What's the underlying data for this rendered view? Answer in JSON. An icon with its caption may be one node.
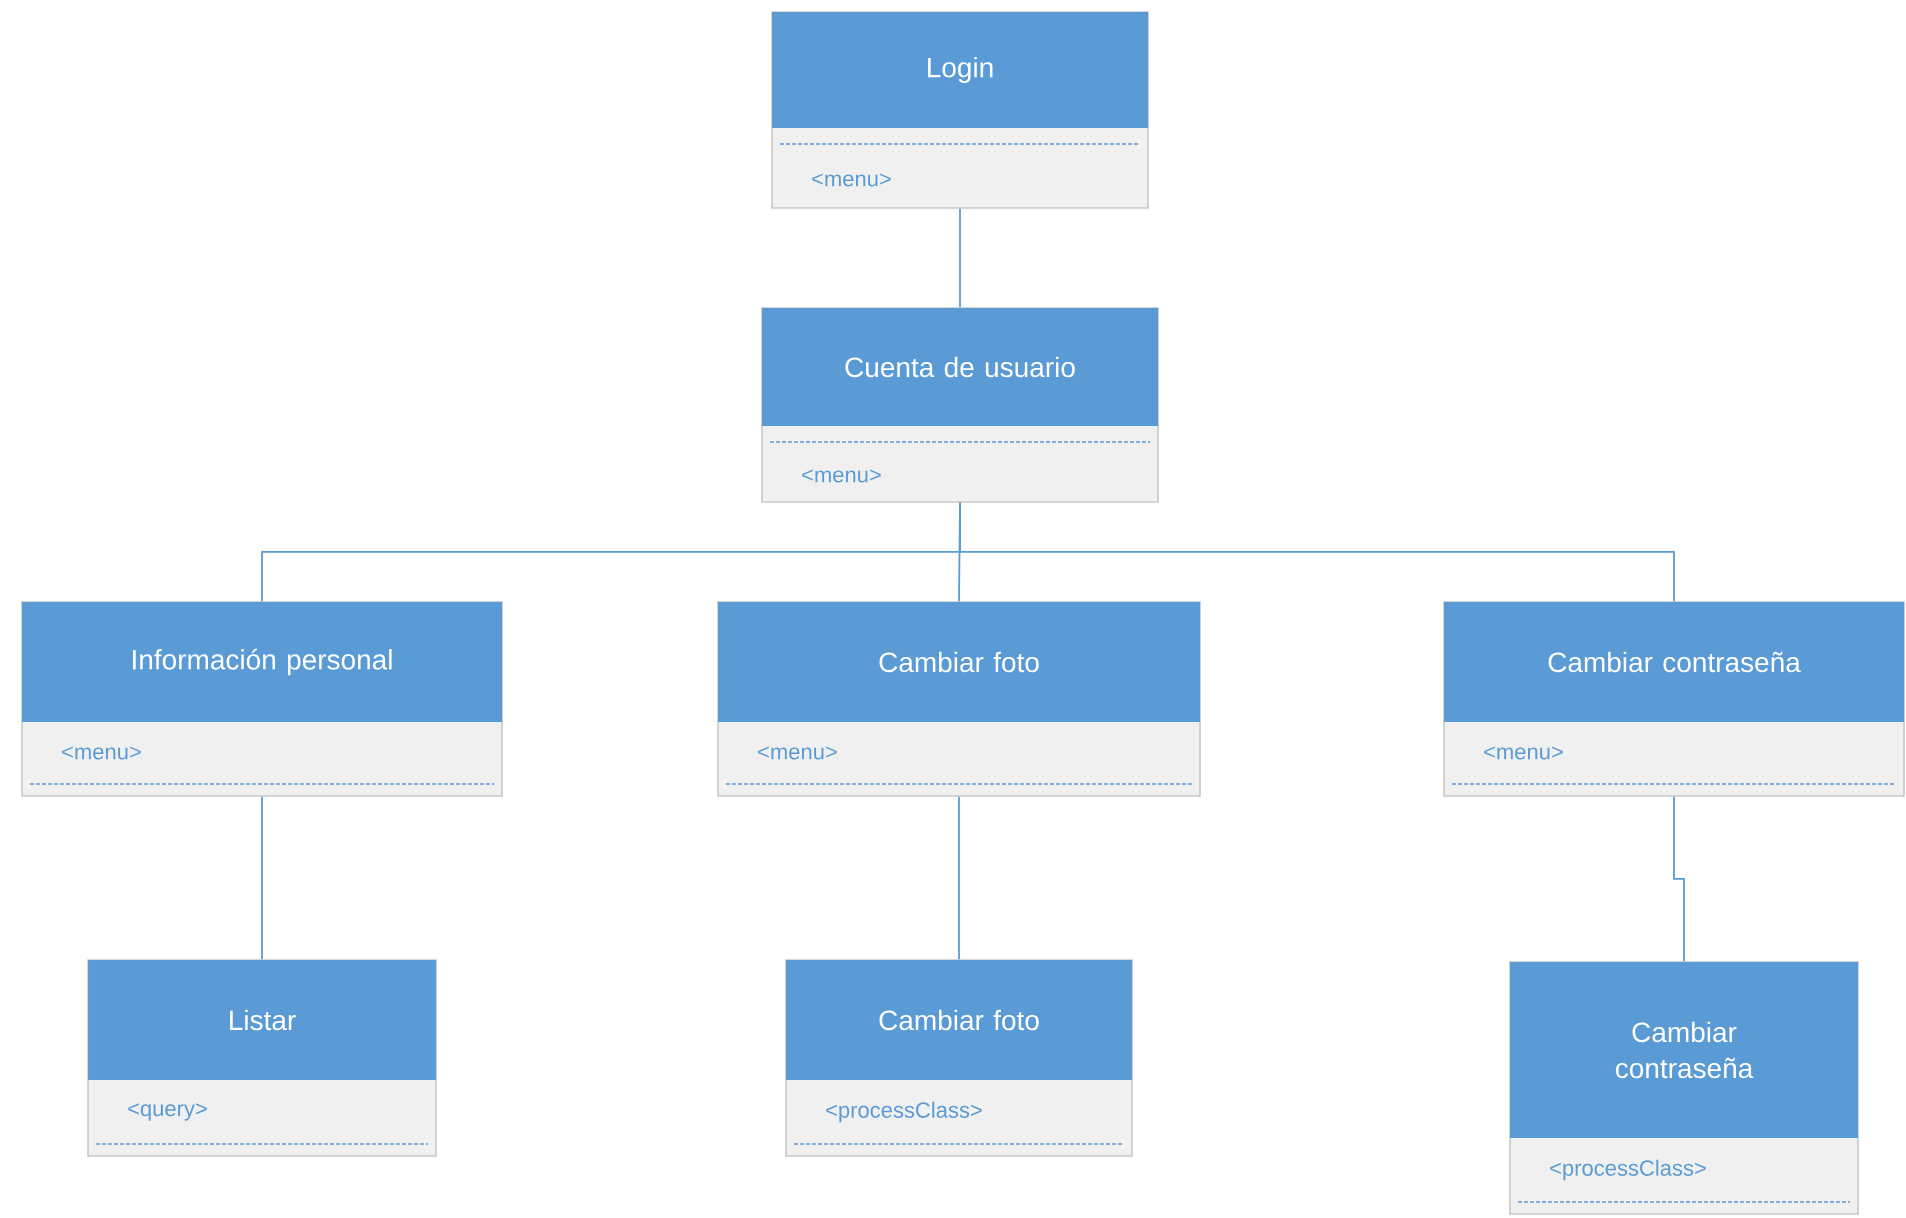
{
  "diagram": {
    "nodes": [
      {
        "text": [
          "Login",
          "<menu>"
        ]
      },
      {
        "text": [
          "Cuenta de usuario",
          "<menu>"
        ]
      },
      {
        "text": [
          "Información personal",
          "<menu>"
        ]
      },
      {
        "text": [
          "Cambiar foto",
          "<menu>"
        ]
      },
      {
        "text": [
          "Cambiar contraseña",
          "<menu>"
        ]
      },
      {
        "text": [
          "Listar",
          "<query>"
        ]
      },
      {
        "text": [
          "Cambiar foto",
          "<processClass>"
        ]
      },
      {
        "text": [
          "Cambiar contraseña",
          "<processClass>"
        ]
      }
    ],
    "edges": [
      {
        "from": 0,
        "to": 1,
        "arrow": "none"
      },
      {
        "from": 1,
        "to": 2,
        "arrow": "none"
      },
      {
        "from": 1,
        "to": 3,
        "arrow": "none"
      },
      {
        "from": 1,
        "to": 4,
        "arrow": "none"
      },
      {
        "from": 2,
        "to": 5,
        "arrow": "none"
      },
      {
        "from": 3,
        "to": 6,
        "arrow": "none"
      },
      {
        "from": 4,
        "to": 7,
        "arrow": "none"
      }
    ]
  }
}
